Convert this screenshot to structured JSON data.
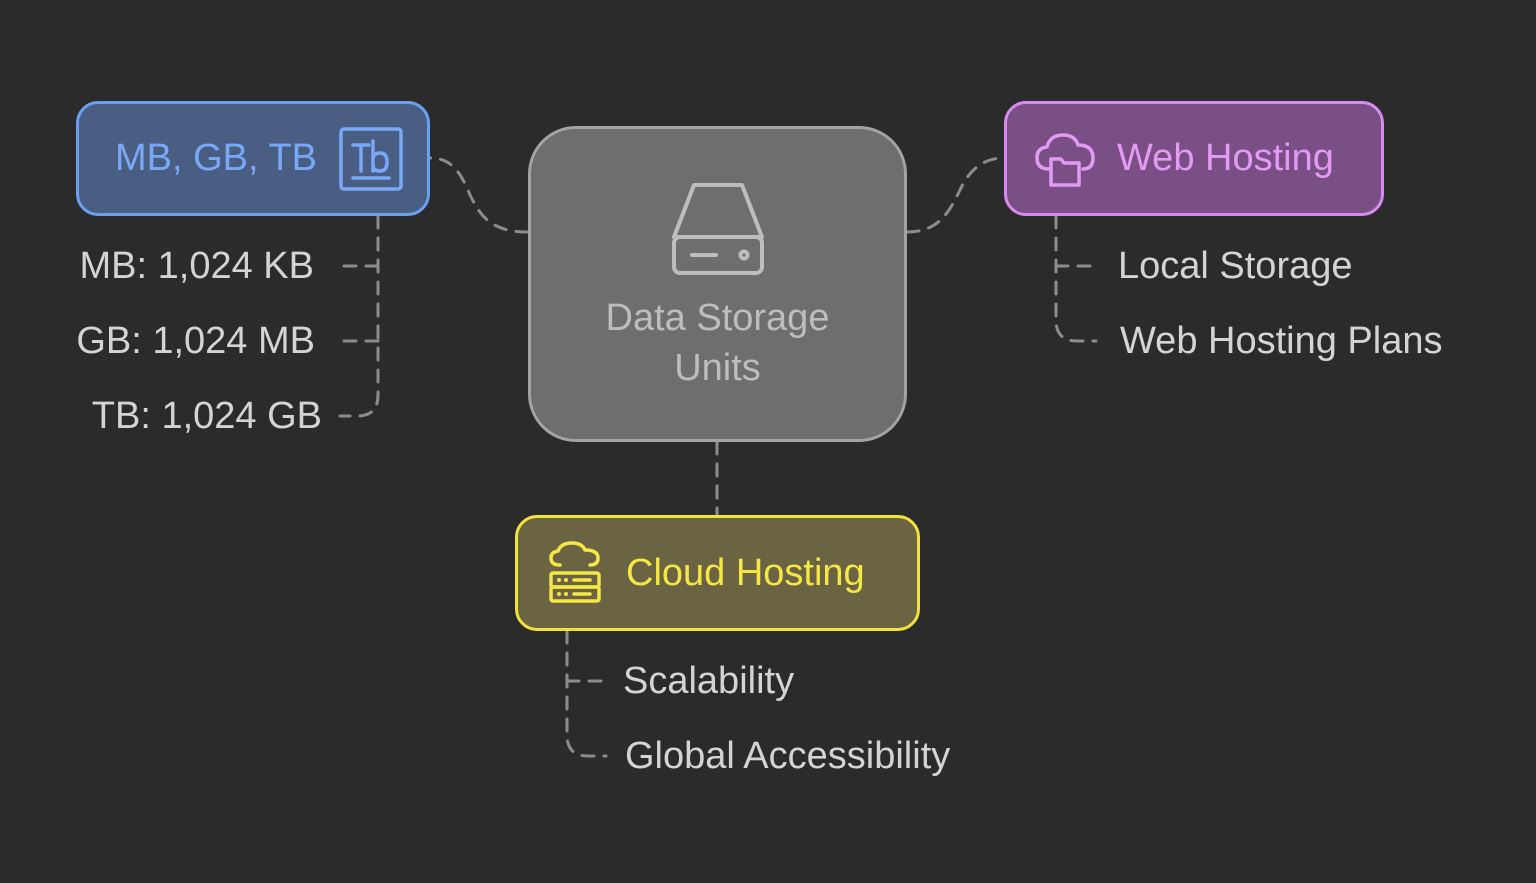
{
  "center": {
    "title": "Data Storage Units",
    "icon": "hard-drive-icon",
    "color": "#a3a3a3"
  },
  "units_node": {
    "label": "MB, GB, TB",
    "icon": "tb-letters-icon",
    "color": "#6aa0f0",
    "items": [
      "MB: 1,024 KB",
      "GB: 1,024 MB",
      "TB: 1,024 GB"
    ]
  },
  "web_node": {
    "label": "Web Hosting",
    "icon": "cloud-folder-icon",
    "color": "#d98af0",
    "items": [
      "Local Storage",
      "Web Hosting Plans"
    ]
  },
  "cloud_node": {
    "label": "Cloud Hosting",
    "icon": "cloud-server-icon",
    "color": "#f1e23c",
    "items": [
      "Scalability",
      "Global Accessibility"
    ]
  }
}
